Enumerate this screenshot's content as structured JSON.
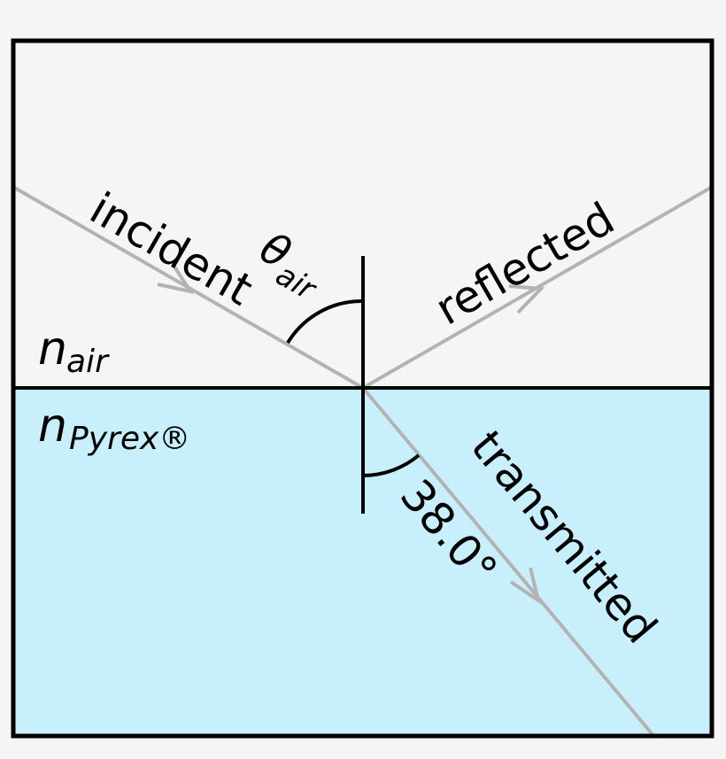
{
  "diagram": {
    "type": "refraction-diagram",
    "colors": {
      "background": "#f5f5f5",
      "upper_medium": "#f5f5f5",
      "lower_medium": "#c8f0fc",
      "ray": "#b3b3b3",
      "border": "#000000"
    },
    "labels": {
      "incident": "incident",
      "reflected": "reflected",
      "transmitted": "transmitted",
      "theta_symbol": "θ",
      "theta_sub": "air",
      "transmitted_angle": "38.0°",
      "n_air_symbol": "n",
      "n_air_sub": "air",
      "n_pyrex_symbol": "n",
      "n_pyrex_sub": "Pyrex®"
    },
    "media": [
      {
        "name": "air",
        "position": "upper"
      },
      {
        "name": "Pyrex®",
        "position": "lower"
      }
    ],
    "rays": [
      {
        "name": "incident",
        "direction": "toward interface"
      },
      {
        "name": "reflected",
        "direction": "away from interface"
      },
      {
        "name": "transmitted",
        "direction": "into Pyrex®",
        "angle_deg": 38.0
      }
    ]
  }
}
